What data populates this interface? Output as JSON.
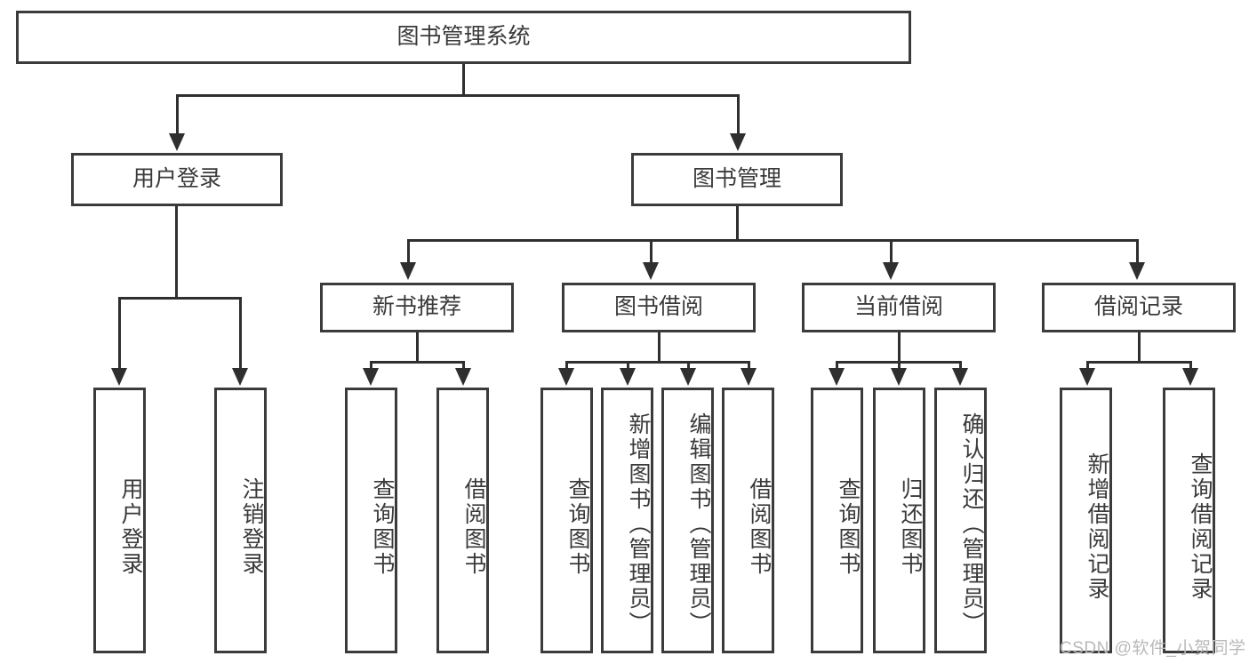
{
  "diagram": {
    "type": "tree-hierarchy",
    "root": {
      "label": "图书管理系统"
    },
    "level2": [
      {
        "label": "用户登录"
      },
      {
        "label": "图书管理"
      }
    ],
    "level3": [
      {
        "label": "新书推荐"
      },
      {
        "label": "图书借阅"
      },
      {
        "label": "当前借阅"
      },
      {
        "label": "借阅记录"
      }
    ],
    "leaves": {
      "user_login": [
        {
          "label": "用户登录"
        },
        {
          "label": "注销登录"
        }
      ],
      "new_book_recommend": [
        {
          "label": "查询图书"
        },
        {
          "label": "借阅图书"
        }
      ],
      "book_borrow": [
        {
          "label": "查询图书"
        },
        {
          "label": "新增图书（管理员）"
        },
        {
          "label": "编辑图书（管理员）"
        },
        {
          "label": "借阅图书"
        }
      ],
      "current_borrow": [
        {
          "label": "查询图书"
        },
        {
          "label": "归还图书"
        },
        {
          "label": "确认归还（管理员）"
        }
      ],
      "borrow_record": [
        {
          "label": "新增借阅记录"
        },
        {
          "label": "查询借阅记录"
        }
      ]
    }
  },
  "watermark": {
    "text": "CSDN @软件_小贺同学"
  },
  "colors": {
    "border": "#3b3b3b",
    "line": "#2f2f2f",
    "text": "#3a3a3a",
    "background": "#ffffff",
    "watermark": "#b9b9b9"
  }
}
